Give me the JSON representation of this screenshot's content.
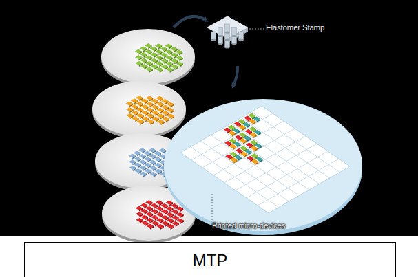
{
  "diagram": {
    "nodes": [
      {
        "text": [
          "MTP"
        ]
      }
    ],
    "labels": [
      "Elastomer Stamp",
      "Printed micro-devices"
    ]
  }
}
